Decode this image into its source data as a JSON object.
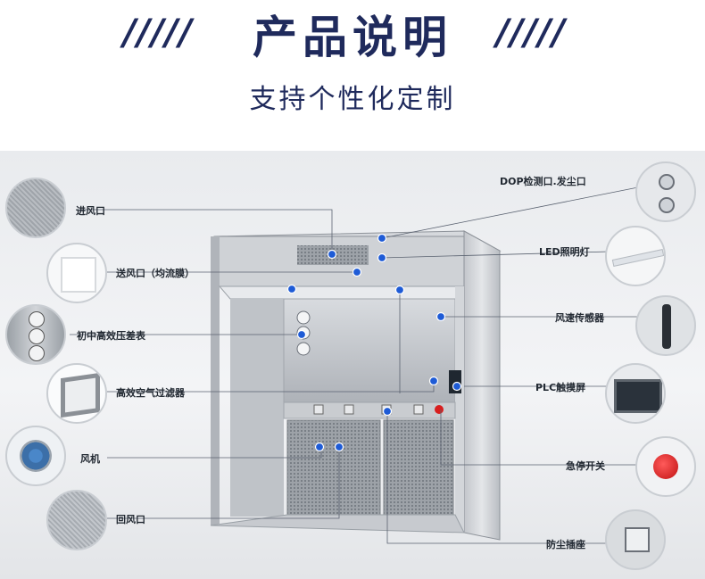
{
  "header": {
    "title": "产品说明",
    "subtitle": "支持个性化定制",
    "deco": "/////"
  },
  "left_labels": [
    {
      "id": "inlet",
      "text": "进风口"
    },
    {
      "id": "supply",
      "text": "送风口（均流膜）"
    },
    {
      "id": "gauge",
      "text": "初中高效压差表"
    },
    {
      "id": "hepa",
      "text": "高效空气过滤器"
    },
    {
      "id": "fan",
      "text": "风机"
    },
    {
      "id": "return",
      "text": "回风口"
    }
  ],
  "right_labels": [
    {
      "id": "dop",
      "text": "DOP检测口.发尘口"
    },
    {
      "id": "led",
      "text": "LED照明灯"
    },
    {
      "id": "sensor",
      "text": "风速传感器"
    },
    {
      "id": "plc",
      "text": "PLC触摸屏"
    },
    {
      "id": "estop",
      "text": "急停开关"
    },
    {
      "id": "socket",
      "text": "防尘插座"
    }
  ],
  "colors": {
    "title": "#1f2a5c",
    "dot": "#1e5bd6",
    "line": "#5a6270",
    "estop": "#d81e1e"
  }
}
